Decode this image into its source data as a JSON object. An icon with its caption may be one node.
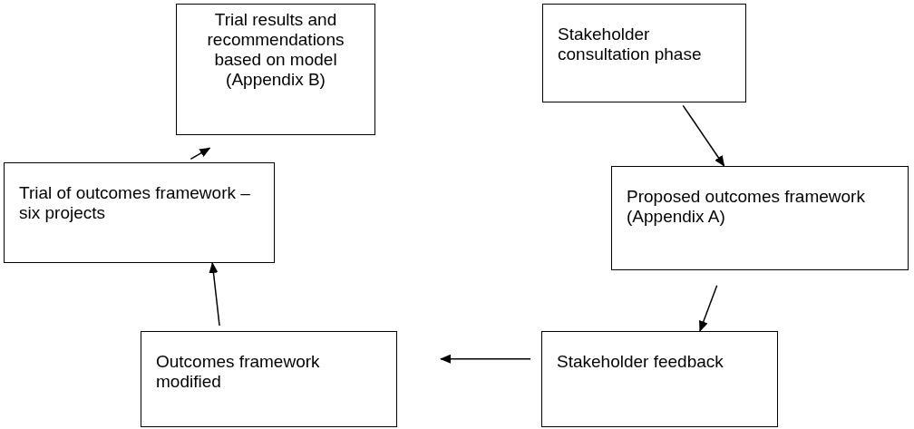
{
  "diagram": {
    "nodes": [
      {
        "text": [
          "Stakeholder consultation phase"
        ]
      },
      {
        "text": [
          "Proposed outcomes framework (Appendix A)"
        ]
      },
      {
        "text": [
          "Stakeholder feedback"
        ]
      },
      {
        "text": [
          "Outcomes framework modified"
        ]
      },
      {
        "text": [
          "Trial of outcomes framework – six projects"
        ]
      },
      {
        "text": [
          "Trial results and recommendations based on model (Appendix B)"
        ]
      }
    ],
    "edges": [
      {
        "from": 0,
        "to": 1,
        "arrow": "to"
      },
      {
        "from": 1,
        "to": 2,
        "arrow": "to"
      },
      {
        "from": 2,
        "to": 3,
        "arrow": "to"
      },
      {
        "from": 3,
        "to": 4,
        "arrow": "to"
      },
      {
        "from": 4,
        "to": 5,
        "arrow": "to"
      }
    ]
  }
}
